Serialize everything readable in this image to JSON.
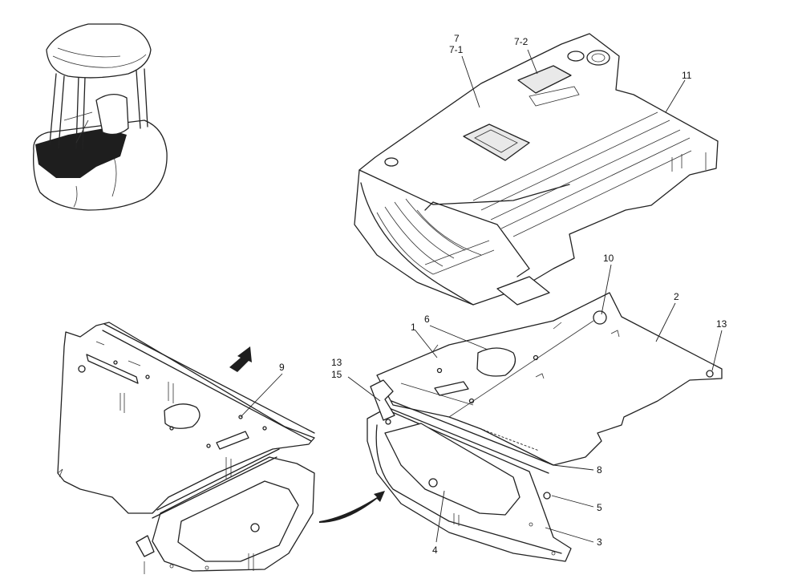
{
  "callouts": [
    {
      "id": "c7",
      "text": "7"
    },
    {
      "id": "c7_1",
      "text": "7-1"
    },
    {
      "id": "c7_2",
      "text": "7-2"
    },
    {
      "id": "c11",
      "text": "11"
    },
    {
      "id": "c10",
      "text": "10"
    },
    {
      "id": "c2",
      "text": "2"
    },
    {
      "id": "c13a",
      "text": "13"
    },
    {
      "id": "c6",
      "text": "6"
    },
    {
      "id": "c1",
      "text": "1"
    },
    {
      "id": "c13b",
      "text": "13"
    },
    {
      "id": "c15",
      "text": "15"
    },
    {
      "id": "c9",
      "text": "9"
    },
    {
      "id": "c8",
      "text": "8"
    },
    {
      "id": "c5",
      "text": "5"
    },
    {
      "id": "c4",
      "text": "4"
    },
    {
      "id": "c3",
      "text": "3"
    }
  ],
  "icons": {
    "locator": "machine-locator-icon",
    "direction_arrow": "direction-arrow-icon",
    "curved_arrow": "curved-arrow-icon"
  },
  "colors": {
    "line": "#222222",
    "background": "#ffffff",
    "highlight": "#1e1e1e"
  }
}
